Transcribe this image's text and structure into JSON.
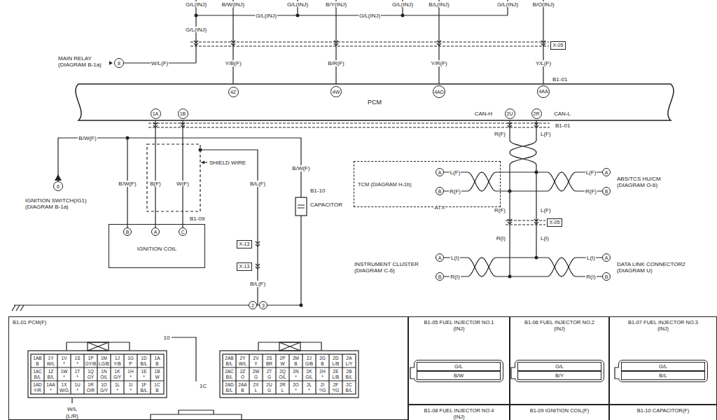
{
  "diagram": {
    "nodes": [
      {
        "text": [
          "X-05"
        ]
      },
      {
        "text": [
          "8"
        ]
      },
      {
        "text": [
          "PCM"
        ]
      },
      {
        "text": [
          "4Z"
        ],
        "in": 2
      },
      {
        "text": [
          "4W"
        ],
        "in": 2
      },
      {
        "text": [
          "4AD"
        ],
        "in": 2
      },
      {
        "text": [
          "4AA"
        ],
        "in": 2
      },
      {
        "text": [
          "1A"
        ],
        "in": 2
      },
      {
        "text": [
          "1B"
        ],
        "in": 2
      },
      {
        "text": [
          "2U"
        ],
        "in": 2
      },
      {
        "text": [
          "2R"
        ],
        "in": 2
      },
      {
        "text": [
          "6"
        ]
      },
      {
        "text": [
          "TCM (DIAGRAM H-1b)"
        ]
      },
      {
        "text": [
          "A"
        ],
        "in": 12
      },
      {
        "text": [
          "B"
        ],
        "in": 12
      },
      {
        "text": [
          "A"
        ]
      },
      {
        "text": [
          "B"
        ]
      },
      {
        "text": [
          "IGNITION COIL"
        ]
      },
      {
        "text": [
          "B"
        ],
        "in": 17
      },
      {
        "text": [
          "A"
        ],
        "in": 17
      },
      {
        "text": [
          "C"
        ],
        "in": 17
      },
      {
        "text": [
          "X-05"
        ]
      },
      {
        "text": [
          "X-13"
        ]
      },
      {
        "text": [
          "X-13"
        ]
      },
      {
        "text": [
          "A"
        ]
      },
      {
        "text": [
          "B"
        ]
      },
      {
        "text": [
          "A"
        ]
      },
      {
        "text": [
          "B"
        ]
      },
      {
        "text": [
          "2"
        ]
      },
      {
        "text": [
          "3"
        ]
      },
      {
        "text": [
          "B1-01 PCM(F)"
        ]
      },
      {
        "text": [
          "B1-05 FUEL INJECTOR NO.1 (INJ)"
        ]
      },
      {
        "text": [
          "G/L",
          "B/W"
        ],
        "in": 31
      },
      {
        "text": [
          "B1-06 FUEL INJECTOR NO.2 (INJ)"
        ]
      },
      {
        "text": [
          "G/L",
          "B/Y"
        ],
        "in": 33
      },
      {
        "text": [
          "B1-07 FUEL INJECTOR NO.3 (INJ)"
        ]
      },
      {
        "text": [
          "G/L",
          "B/L"
        ],
        "in": 35
      },
      {
        "text": [
          "B1-08 FUEL INJECTOR NO.4 (INJ)"
        ]
      },
      {
        "text": [
          "B1-09 IGNITION COIL(F)"
        ]
      },
      {
        "text": [
          "B1-10 CAPACITOR(F)"
        ]
      }
    ],
    "edges": [
      {
        "from": 7,
        "to": 19,
        "arrow": "none",
        "label": "B(F)"
      },
      {
        "from": 8,
        "to": 20,
        "arrow": "none",
        "label": "W(F)"
      },
      {
        "from": 11,
        "to": 18,
        "arrow": "none",
        "label": "B/W(F)"
      },
      {
        "from": 13,
        "to": 15,
        "arrow": "none",
        "label": "L(F)"
      },
      {
        "from": 14,
        "to": 16,
        "arrow": "none",
        "label": "R(F)"
      },
      {
        "from": 24,
        "to": 26,
        "arrow": "none",
        "label": "L(I)"
      },
      {
        "from": 25,
        "to": 27,
        "arrow": "none",
        "label": "R(I)"
      }
    ],
    "labels": [
      "G/L(INJ)",
      "B/W(INJ)",
      "G/L(INJ)",
      "B/Y(INJ)",
      "G/L(INJ)",
      "B/L(INJ)",
      "G/L(INJ)",
      "B/O(INJ)",
      "G/L(INJ)",
      "G/L(INJ)",
      "G/L(INJ)",
      "MAIN RELAY (DIAGRAM B-1a)",
      "W/L(F)",
      "Y/B(F)",
      "B/R(F)",
      "Y/R(F)",
      "Y/L(F)",
      "B1-01",
      "CAN-H",
      "CAN-L",
      "B1-01",
      "R(F)",
      "L(F)",
      "SHIELD WIRE",
      "IGNITION SWITCH(IG1) (DIAGRAM B-1a)",
      "B/W(F)",
      "B/L(F)",
      "B/W(F)",
      "B1-10",
      "CAPACITOR",
      "B1-09",
      "B/L(F)",
      "ATX",
      "L(F)",
      "R(F)",
      "ABS/TCS HU/CM (DIAGRAM O-6)",
      "R(F)",
      "L(F)",
      "R(I)",
      "L(I)",
      "INSTRUMENT CLUSTER (DIAGRAM C-6)",
      "L(I)",
      "R(I)",
      "DATA LINK CONNECTOR2 (DIAGRAM U)",
      "10",
      "1C",
      "W/L",
      "(L/R)",
      "1AB",
      "B",
      "1Y",
      "W/L",
      "1V",
      "*",
      "1S",
      "*",
      "1P",
      "GY/B",
      "1M",
      "LG/B",
      "1J",
      "Y/B",
      "1G",
      "P",
      "1D",
      "B/L",
      "1A",
      "B",
      "1AC",
      "B/L",
      "1Z",
      "B/L",
      "1W",
      "*",
      "1T",
      "*",
      "1Q",
      "GY",
      "1N",
      "O/L",
      "1K",
      "G/Y",
      "1H",
      "*",
      "1E",
      "*",
      "1B",
      "W",
      "1AD",
      "Y/R",
      "1AA",
      "*",
      "1X",
      "W/G",
      "1U",
      "*",
      "1R",
      "O/R",
      "1O",
      "G/Y",
      "1L",
      "*",
      "1I",
      "*",
      "1F",
      "B/L",
      "1C",
      "B",
      "2AB",
      "B/L",
      "2Y",
      "W/L",
      "2V",
      "Y",
      "2S",
      "BR",
      "2P",
      "W",
      "2M",
      "B",
      "2J",
      "G/B",
      "2G",
      "B",
      "2D",
      "L/B",
      "2A",
      "L/Y",
      "2AC",
      "B/L",
      "2Z",
      "O",
      "2W",
      "G",
      "2T",
      "G",
      "2Q",
      "O/L",
      "2N",
      "*",
      "2K",
      "G/L",
      "2H",
      "*",
      "2E",
      "L/B",
      "2B",
      "B/L",
      "2AD",
      "B/L",
      "2AA",
      "B",
      "2X",
      "L",
      "2U",
      "G",
      "2R",
      "L",
      "2O",
      "*",
      "2L",
      "*",
      "2I",
      "*/G",
      "2F",
      "*/G",
      "2C",
      "B/L"
    ]
  }
}
